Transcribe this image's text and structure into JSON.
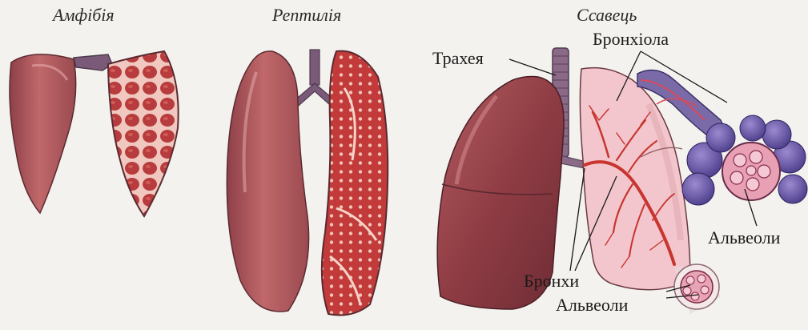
{
  "figure": {
    "captions": {
      "amphibian": "Амфібія",
      "reptile": "Рептилія",
      "mammal": "Ссавець"
    },
    "labels": {
      "trachea": "Трахея",
      "bronchiole": "Бронхіола",
      "alveoli_right": "Альвеоли",
      "bronchi": "Бронхи",
      "alveoli_bottom": "Альвеоли"
    }
  },
  "colors": {
    "lung_outer": "#a8545a",
    "lung_inner": "#c46a64",
    "cell_fill": "#b83c3e",
    "cell_wall": "#f0c8c0",
    "trachea": "#7a5a78",
    "mammal_cut": "#f2c6cc",
    "bronchial_tree": "#c8342e",
    "alveoli_cluster": "#6e5aa8",
    "background": "#f3f2ee"
  }
}
